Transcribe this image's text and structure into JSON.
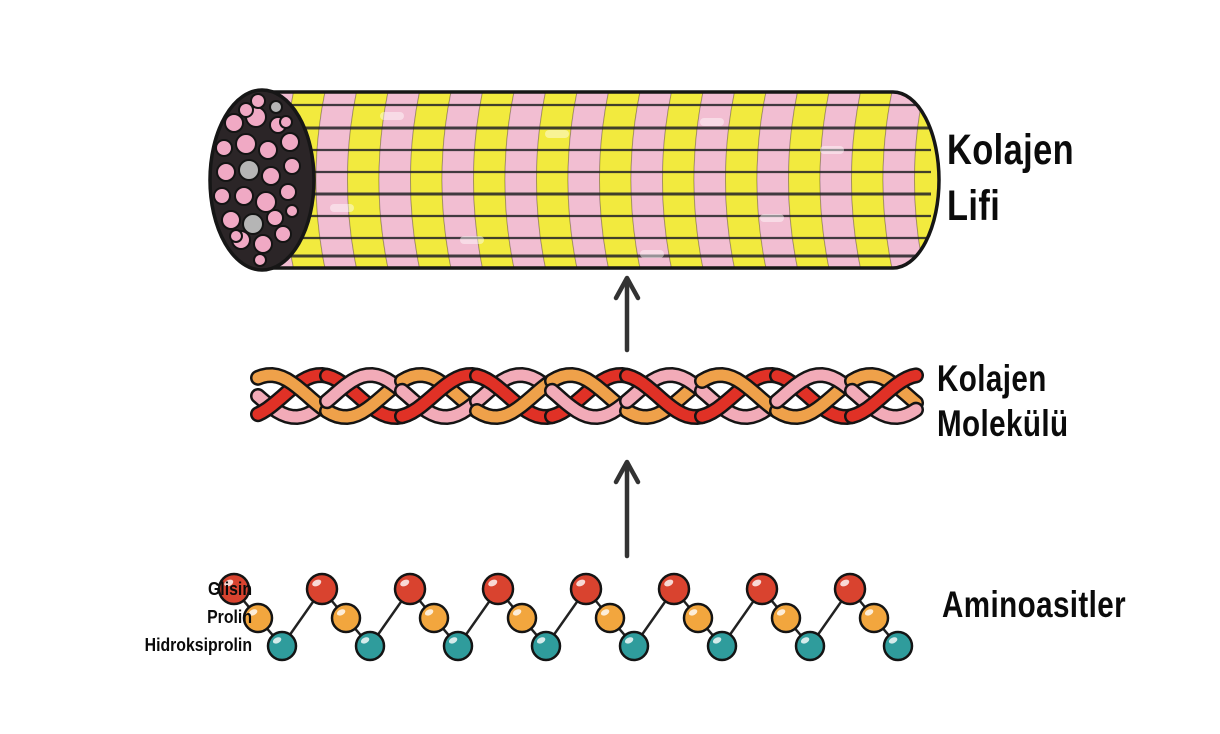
{
  "labels": {
    "fiber": {
      "line1": "Kolajen",
      "line2": "Lifi"
    },
    "molecule": {
      "line1": "Kolajen",
      "line2": "Molekülü"
    },
    "amino_acids": "Aminoasitler",
    "amino_types": [
      "Glisin",
      "Prolin",
      "Hidroksiprolin"
    ]
  },
  "colors": {
    "fiber_band_pink": "#f2bed2",
    "fiber_band_yellow": "#f2ea3e",
    "fiber_outline": "#161616",
    "cross_section_bg": "#2b2527",
    "fibril_pink": "#f0a9c4",
    "fibril_gray": "#b5b5b5",
    "strand_pink": "#f2abb8",
    "strand_red": "#e03126",
    "strand_orange": "#efa14a",
    "ball_glisin": "#d9432f",
    "ball_prolin": "#f2a63e",
    "ball_hidroksiprolin": "#2f9c9c",
    "arrow": "#333333",
    "text": "#0b0b0b"
  },
  "amino_chain": {
    "sequence_unit": [
      "Glisin",
      "Prolin",
      "Hidroksiprolin"
    ],
    "repeats": 8
  },
  "molecule": {
    "strand_count": 3
  },
  "arrows": {
    "count": 2,
    "direction": "up"
  }
}
